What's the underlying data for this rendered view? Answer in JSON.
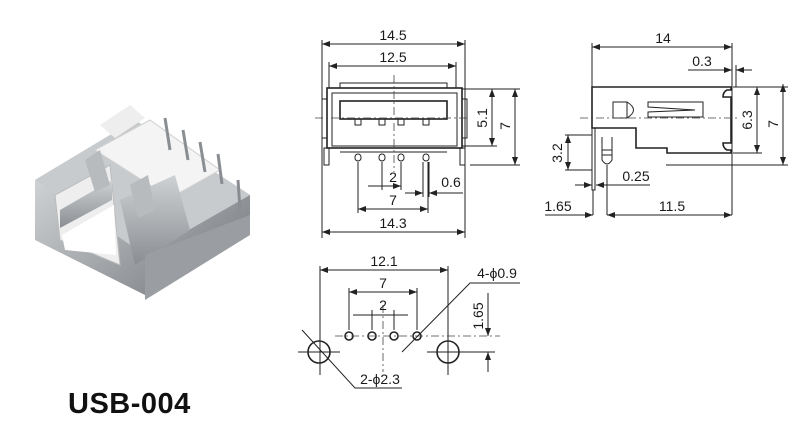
{
  "title": "USB-004",
  "front_view": {
    "overall_width": "14.5",
    "opening_width": "12.5",
    "opening_height": "5.1",
    "overall_height": "7",
    "pin_pitch": "2",
    "pin_width": "0.6",
    "pin_span": "7",
    "leg_span": "14.3"
  },
  "side_view": {
    "length": "14",
    "lip": "0.3",
    "body_height": "6.3",
    "overall_height": "7",
    "pin_length": "3.2",
    "pin_thickness": "0.25",
    "pin_offset": "1.65",
    "leg_to_front": "11.5"
  },
  "footprint": {
    "mount_span": "12.1",
    "pin_span": "7",
    "pin_pitch": "2",
    "pin_holes": "4-ϕ0.9",
    "row_offset": "1.65",
    "mount_holes": "2-ϕ2.3"
  },
  "colors": {
    "line": "#222222",
    "shell": "#b9bcbf",
    "insulator": "#f2f2f2"
  }
}
